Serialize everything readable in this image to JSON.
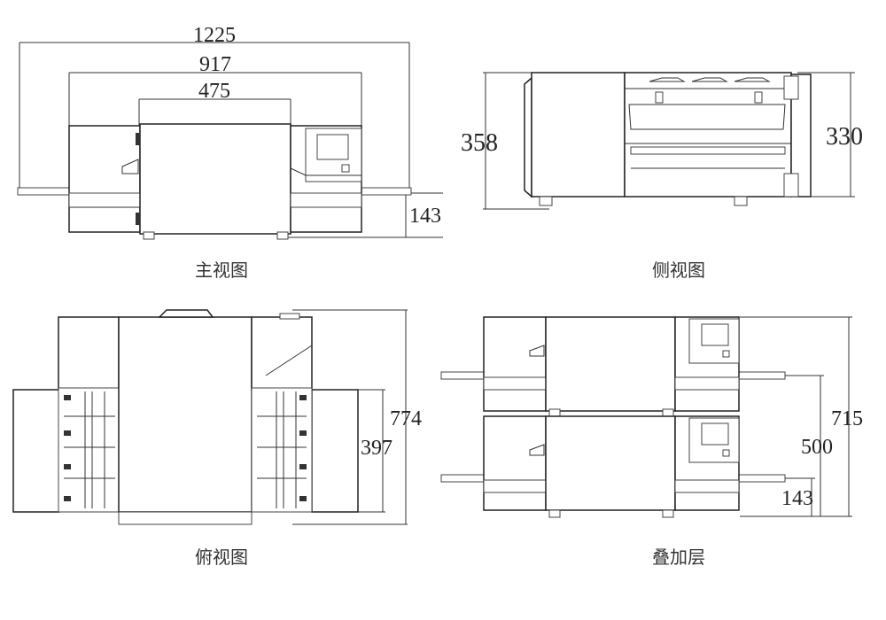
{
  "views": {
    "front": {
      "caption": "主视图",
      "dims": {
        "overall": "1225",
        "conveyor": "917",
        "chamber": "475",
        "height": "143"
      }
    },
    "side": {
      "caption": "侧视图",
      "dims": {
        "left_height": "358",
        "right_height": "330"
      }
    },
    "top": {
      "caption": "俯视图",
      "dims": {
        "depth": "774",
        "belt_width": "397"
      }
    },
    "stacked": {
      "caption": "叠加层",
      "dims": {
        "total_height": "715",
        "upper_belt": "500",
        "lower_belt": "143"
      }
    }
  },
  "colors": {
    "line": "#333333",
    "panel_dark": "#333333",
    "background": "#ffffff"
  }
}
